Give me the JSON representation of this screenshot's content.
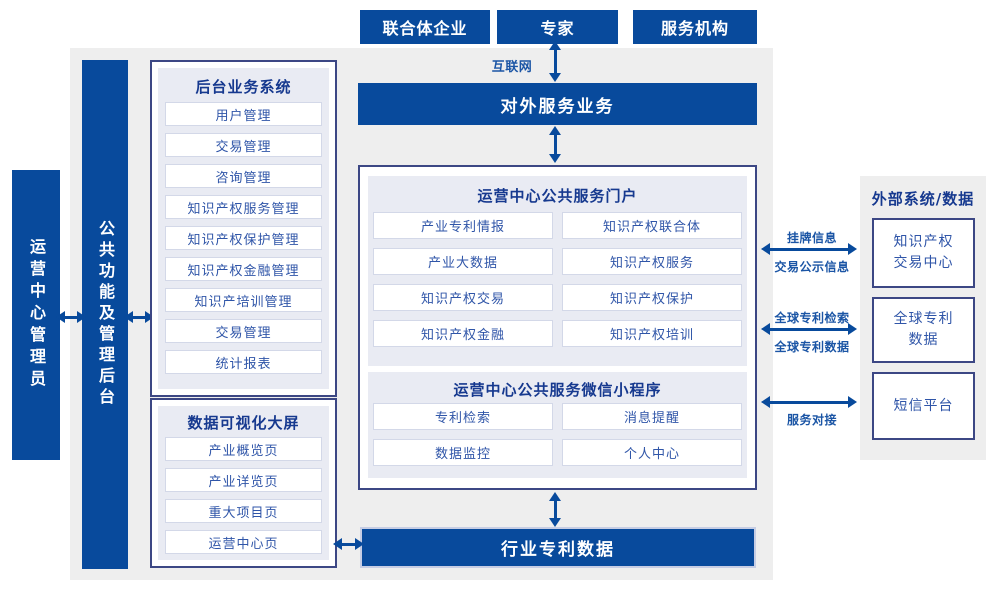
{
  "colors": {
    "primary_blue": "#084a9c",
    "navy_border": "#3c4784",
    "panel_gray": "#eeeeee",
    "inner_lavender": "#e9ebf3",
    "item_text_blue": "#2f55a8",
    "title_text_navy": "#16398f"
  },
  "top_actors": {
    "consortium": "联合体企业",
    "expert": "专家",
    "service_org": "服务机构"
  },
  "internet": {
    "label": "互联网"
  },
  "external_service": {
    "label": "对外服务业务"
  },
  "left_bars": {
    "admin": "运营中心管理员",
    "backend": "公共功能及管理后台"
  },
  "backend_system": {
    "title": "后台业务系统",
    "items": [
      "用户管理",
      "交易管理",
      "咨询管理",
      "知识产权服务管理",
      "知识产权保护管理",
      "知识产权金融管理",
      "知识产培训管理",
      "交易管理",
      "统计报表"
    ]
  },
  "data_screen": {
    "title": "数据可视化大屏",
    "items": [
      "产业概览页",
      "产业详览页",
      "重大项目页",
      "运营中心页"
    ]
  },
  "portal": {
    "title": "运营中心公共服务门户",
    "items": [
      "产业专利情报",
      "知识产权联合体",
      "产业大数据",
      "知识产权服务",
      "知识产权交易",
      "知识产权保护",
      "知识产权金融",
      "知识产权培训"
    ]
  },
  "mini_program": {
    "title": "运营中心公共服务微信小程序",
    "items": [
      "专利检索",
      "消息提醒",
      "数据监控",
      "个人中心"
    ]
  },
  "industry_patent": {
    "label": "行业专利数据"
  },
  "external_systems": {
    "title": "外部系统/数据",
    "boxes": [
      {
        "line1": "知识产权",
        "line2": "交易中心"
      },
      {
        "line1": "全球专利",
        "line2": "数据"
      },
      {
        "line1": "短信平台",
        "line2": ""
      }
    ],
    "links": [
      {
        "label_top": "挂牌信息",
        "label_bottom": "交易公示信息"
      },
      {
        "label_top": "全球专利检索",
        "label_bottom": "全球专利数据"
      },
      {
        "label_bottom": "服务对接"
      }
    ]
  }
}
